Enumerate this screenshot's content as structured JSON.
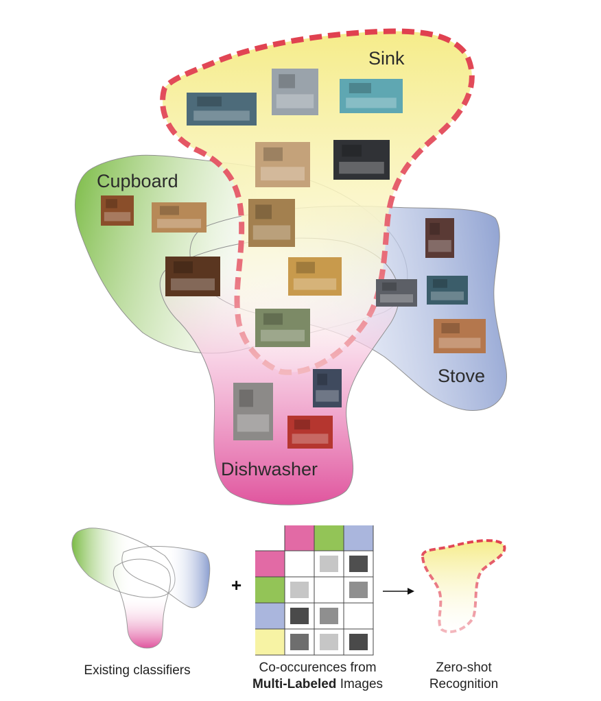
{
  "regions": [
    {
      "key": "sink",
      "label": "Sink",
      "color": "#f5ec8a",
      "outline": "#e0404f"
    },
    {
      "key": "cupboard",
      "label": "Cupboard",
      "color": "#7bbb45"
    },
    {
      "key": "stove",
      "label": "Stove",
      "color": "#8c9fd0"
    },
    {
      "key": "dishwasher",
      "label": "Dishwasher",
      "color": "#e0559e"
    }
  ],
  "photos": [
    {
      "subject": "sink",
      "tone": "#4d6b7a"
    },
    {
      "subject": "sink",
      "tone": "#9aa3ab"
    },
    {
      "subject": "sink",
      "tone": "#5fa7b2"
    },
    {
      "subject": "sink",
      "tone": "#c4a27a"
    },
    {
      "subject": "sink",
      "tone": "#303236"
    },
    {
      "subject": "cupboard",
      "tone": "#8a4e2a"
    },
    {
      "subject": "cupboard",
      "tone": "#b78957"
    },
    {
      "subject": "cupboard",
      "tone": "#5a3620"
    },
    {
      "subject": "kitchen",
      "tone": "#a3804f"
    },
    {
      "subject": "kitchen",
      "tone": "#c89a4c"
    },
    {
      "subject": "kitchen",
      "tone": "#7c8a66"
    },
    {
      "subject": "stove",
      "tone": "#5a3a35"
    },
    {
      "subject": "stove",
      "tone": "#5c5f66"
    },
    {
      "subject": "stove",
      "tone": "#3b5d6a"
    },
    {
      "subject": "stove",
      "tone": "#b4774d"
    },
    {
      "subject": "dishwasher",
      "tone": "#8c8a88"
    },
    {
      "subject": "dishwasher",
      "tone": "#3f4a5e"
    },
    {
      "subject": "dishwasher",
      "tone": "#b5362f"
    }
  ],
  "matrix": {
    "header_colors": [
      "#e26aa5",
      "#93c457",
      "#aab6dd"
    ],
    "row_colors": [
      "#e26aa5",
      "#93c457",
      "#aab6dd",
      "#f7f3a4"
    ],
    "cells": [
      [
        "#ffffff",
        "#c6c6c6",
        "#4f4f4f"
      ],
      [
        "#c6c6c6",
        "#ffffff",
        "#8f8f8f"
      ],
      [
        "#4a4a4a",
        "#8f8f8f",
        "#ffffff"
      ],
      [
        "#6e6e6e",
        "#c6c6c6",
        "#4a4a4a"
      ]
    ]
  },
  "plus_sign": "+",
  "captions": {
    "existing": "Existing classifiers",
    "cooccurrence_line1": "Co-occurences from",
    "cooccurrence_bold": "Multi-Labeled",
    "cooccurrence_rest": " Images",
    "zeroshot_line1": "Zero-shot",
    "zeroshot_line2": "Recognition"
  }
}
